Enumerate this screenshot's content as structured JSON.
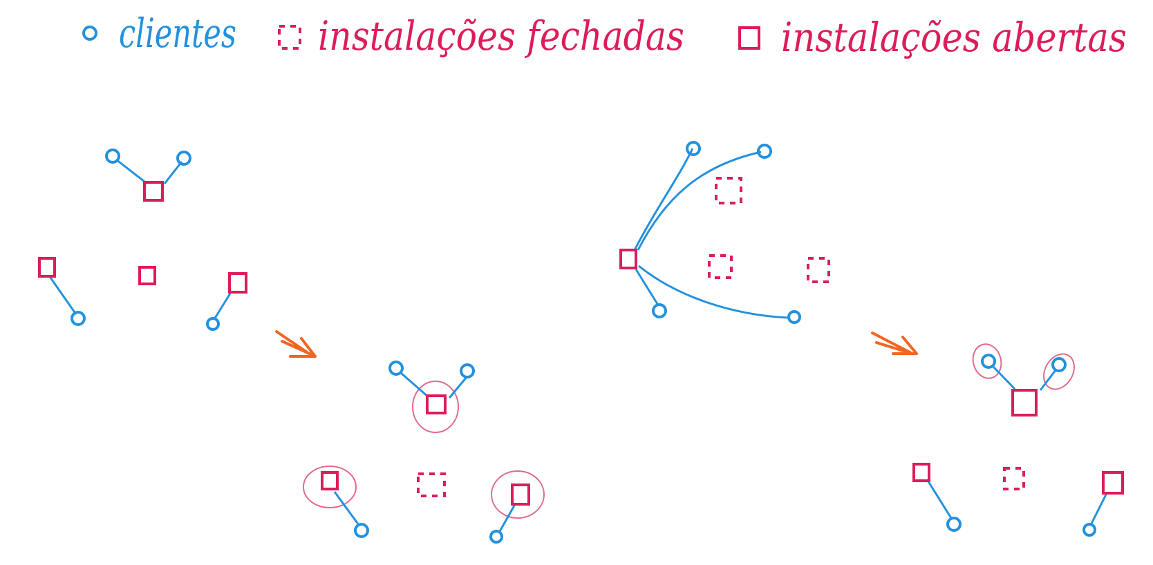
{
  "legend": {
    "client_label": "clientes",
    "closed_label": "instalações fechadas",
    "open_label": "instalações abertas"
  },
  "colors": {
    "client": "#2391dd",
    "facility": "#dc1d5a",
    "arrow": "#f26522",
    "circle": "#e26a8c"
  }
}
